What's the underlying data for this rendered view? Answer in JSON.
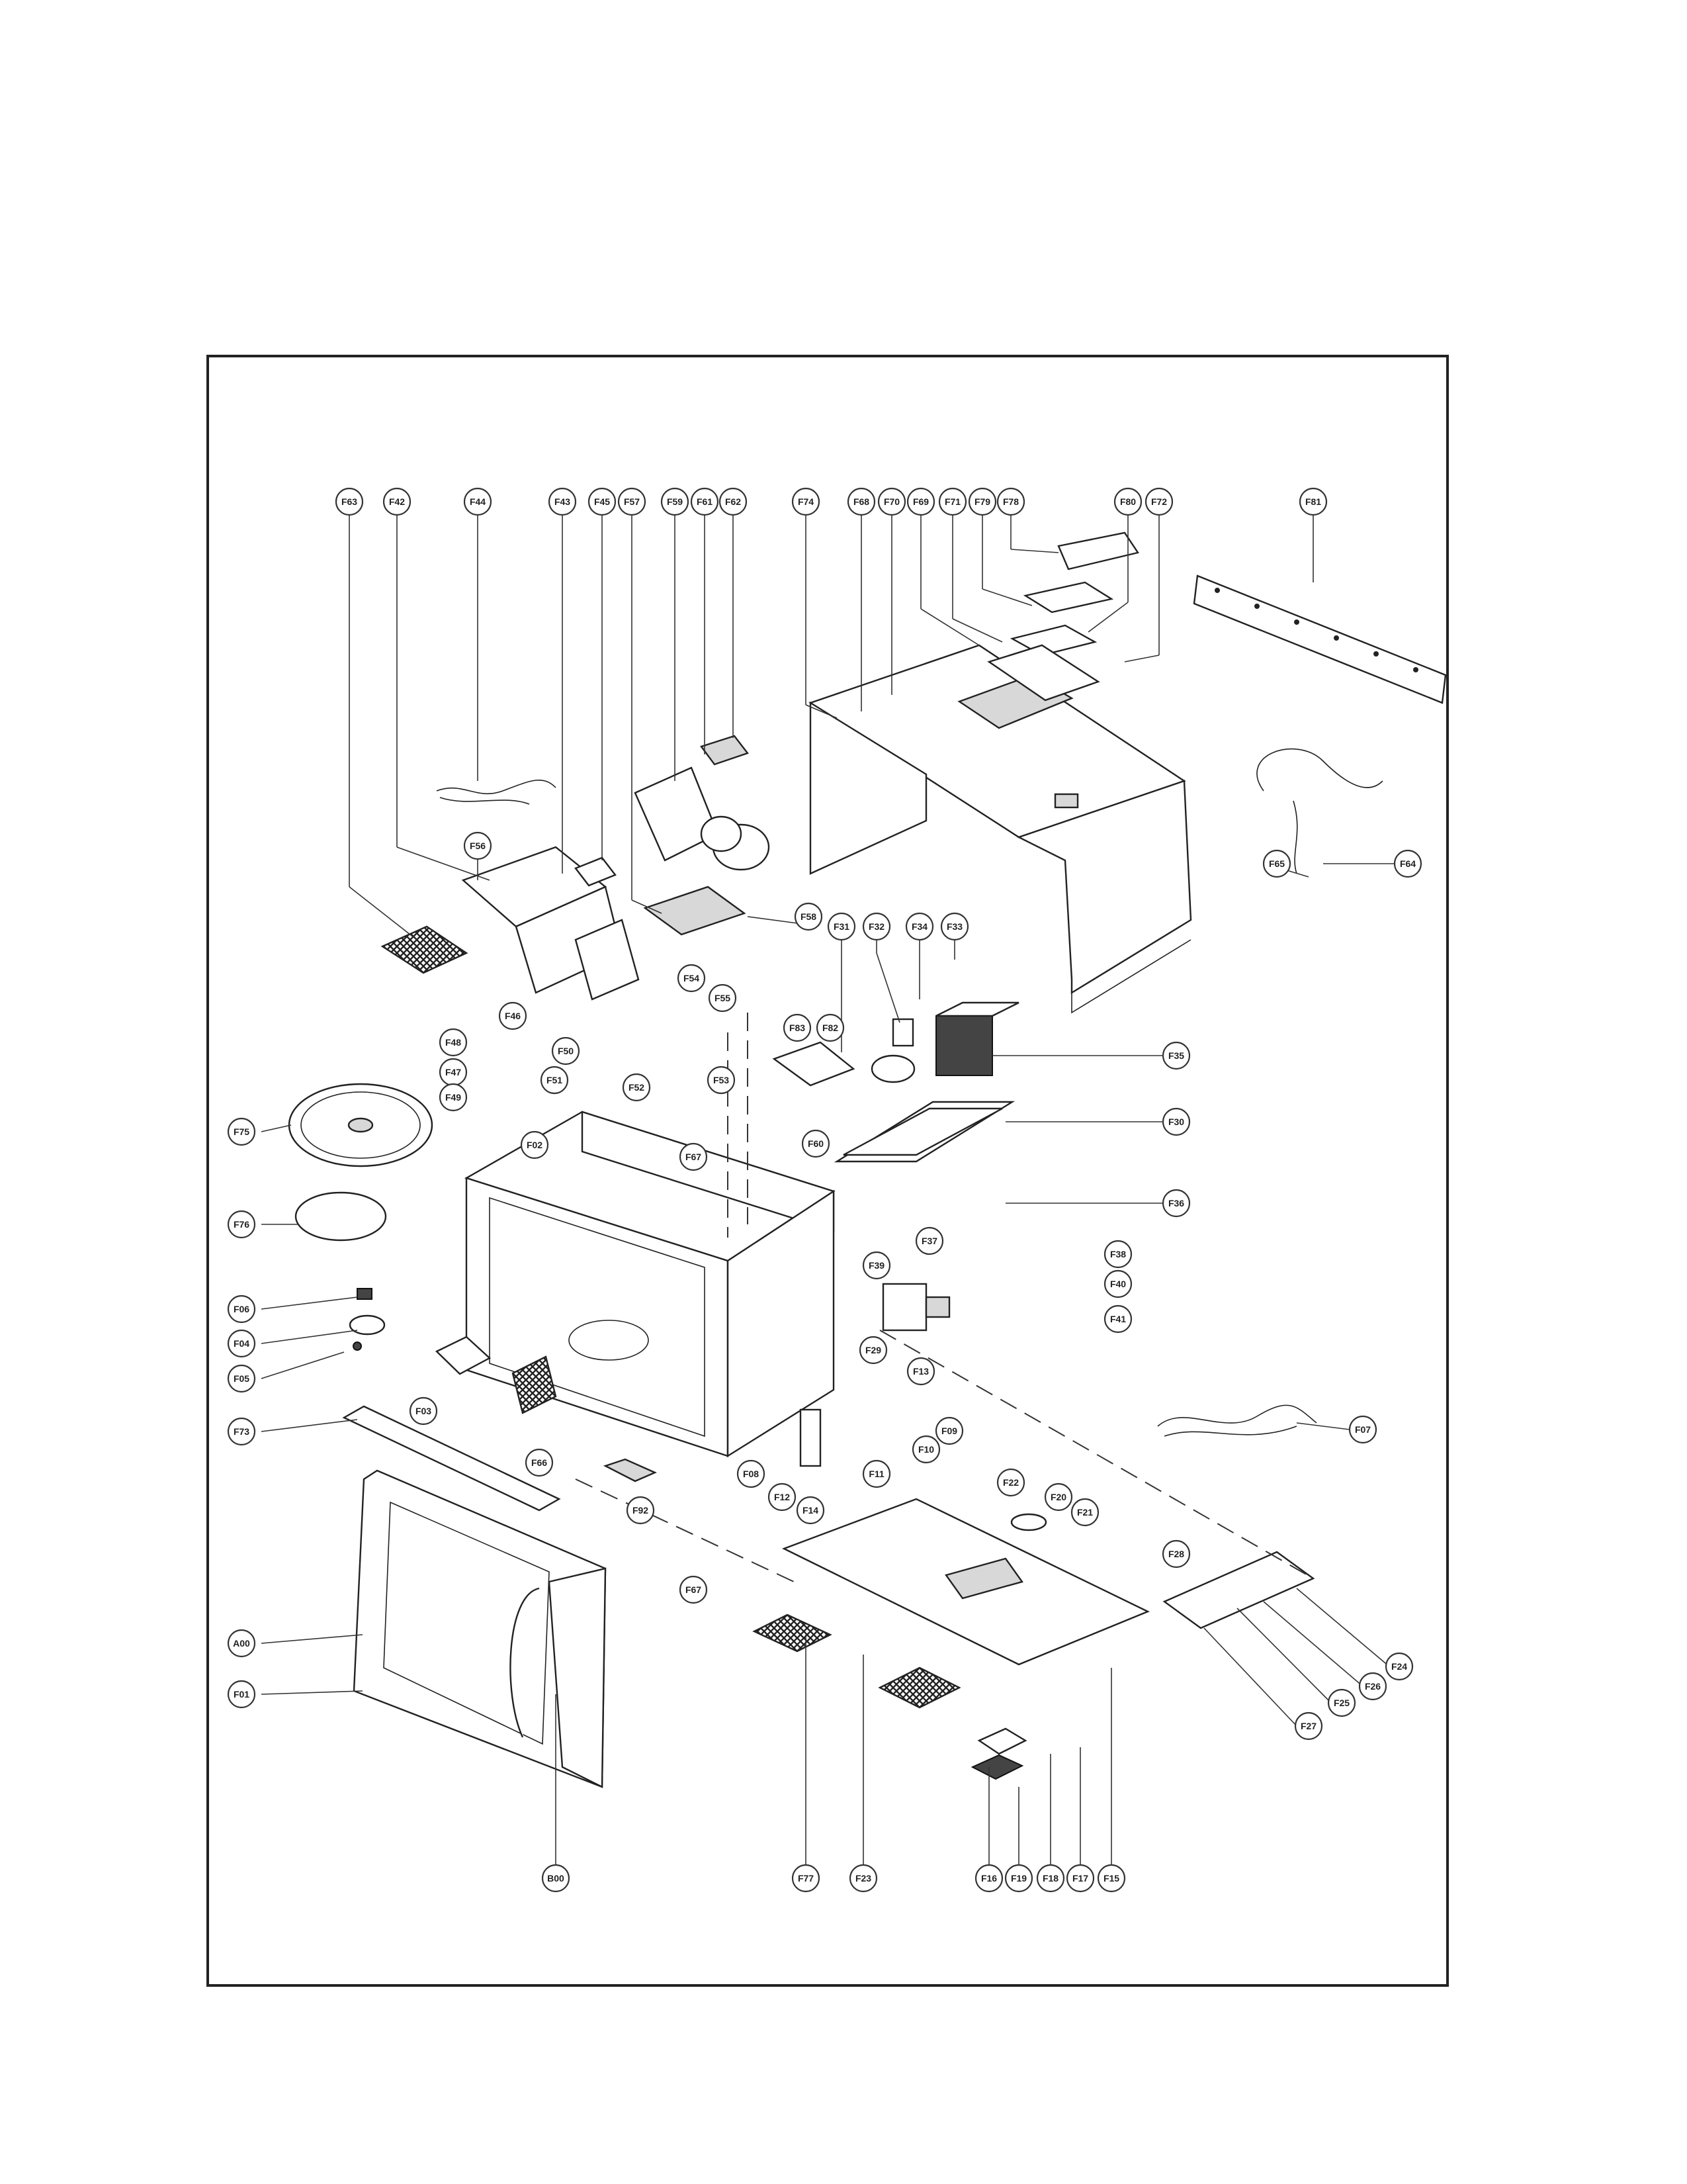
{
  "labels": {
    "F63": "F63",
    "F42": "F42",
    "F44": "F44",
    "F43": "F43",
    "F45": "F45",
    "F57": "F57",
    "F59": "F59",
    "F61": "F61",
    "F62": "F62",
    "F74": "F74",
    "F68": "F68",
    "F70": "F70",
    "F69": "F69",
    "F71": "F71",
    "F79": "F79",
    "F78": "F78",
    "F80": "F80",
    "F72": "F72",
    "F81": "F81",
    "F56": "F56",
    "F58": "F58",
    "F65": "F65",
    "F64": "F64",
    "F31": "F31",
    "F32": "F32",
    "F34": "F34",
    "F33": "F33",
    "F54": "F54",
    "F55": "F55",
    "F46": "F46",
    "F48": "F48",
    "F50": "F50",
    "F47": "F47",
    "F51": "F51",
    "F49": "F49",
    "F53": "F53",
    "F52": "F52",
    "F83": "F83",
    "F82": "F82",
    "F35": "F35",
    "F75": "F75",
    "F02": "F02",
    "F67a": "F67",
    "F60": "F60",
    "F30": "F30",
    "F76": "F76",
    "F36": "F36",
    "F37": "F37",
    "F38": "F38",
    "F39": "F39",
    "F40": "F40",
    "F41": "F41",
    "F06": "F06",
    "F04": "F04",
    "F05": "F05",
    "F29": "F29",
    "F13": "F13",
    "F03": "F03",
    "F73": "F73",
    "F66": "F66",
    "F09": "F09",
    "F10": "F10",
    "F08": "F08",
    "F11": "F11",
    "F07": "F07",
    "F12": "F12",
    "F14": "F14",
    "F92": "F92",
    "F22": "F22",
    "F20": "F20",
    "F21": "F21",
    "F67b": "F67",
    "F28": "F28",
    "A00": "A00",
    "F01": "F01",
    "F24": "F24",
    "F26": "F26",
    "F25": "F25",
    "F27": "F27",
    "B00": "B00",
    "F77": "F77",
    "F23": "F23",
    "F16": "F16",
    "F19": "F19",
    "F18": "F18",
    "F17": "F17",
    "F15": "F15"
  }
}
